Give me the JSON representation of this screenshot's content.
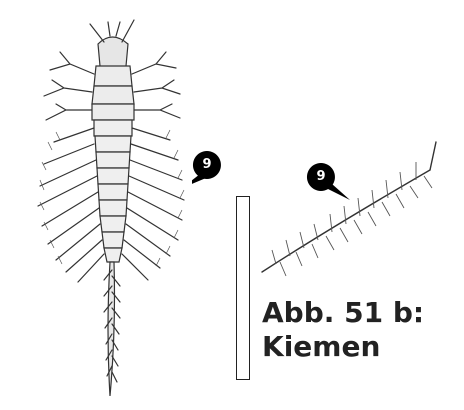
{
  "figure": {
    "callouts": [
      {
        "id": "callout-larva",
        "label": "9"
      },
      {
        "id": "callout-gill",
        "label": "9"
      }
    ],
    "caption": {
      "line1": "Abb. 51 b:",
      "line2": "Kiemen"
    }
  },
  "colors": {
    "ink": "#222222",
    "callout_fill": "#000000",
    "background": "#ffffff"
  }
}
